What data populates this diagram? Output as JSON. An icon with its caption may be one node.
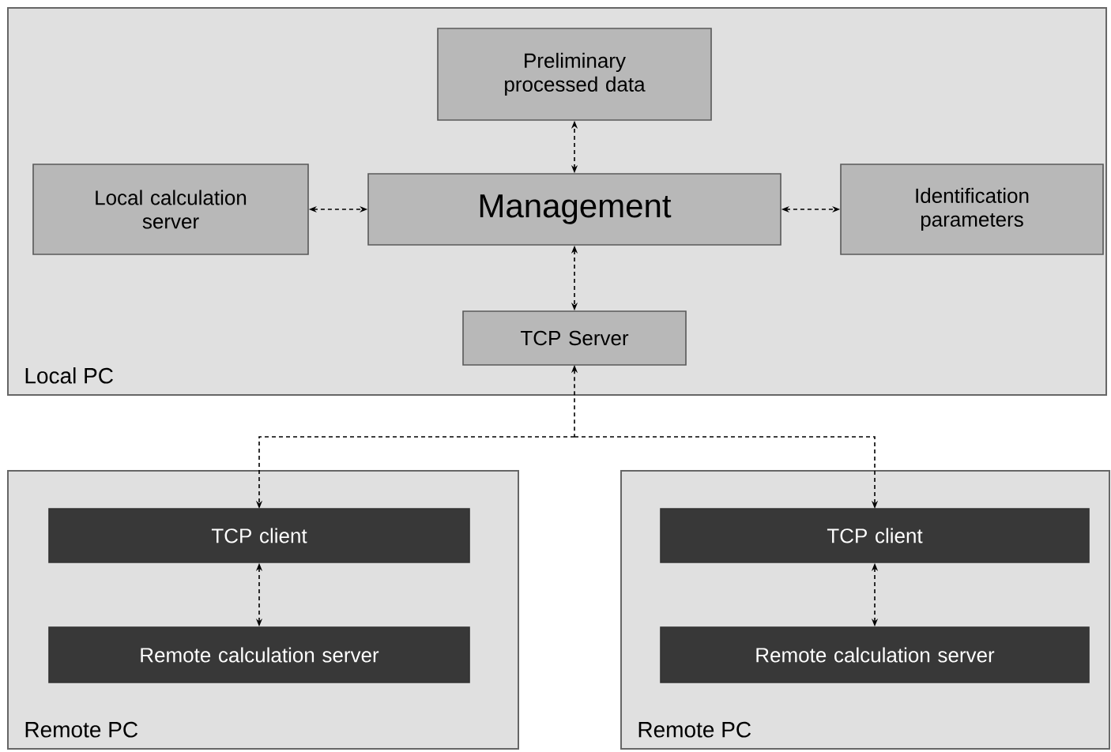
{
  "diagram": {
    "nodes": [
      {
        "text": [
          "Local PC"
        ]
      },
      {
        "text": [
          "Preliminary processed data"
        ],
        "in": 0
      },
      {
        "text": [
          "Local calculation server"
        ],
        "in": 0
      },
      {
        "text": [
          "Management"
        ],
        "in": 0
      },
      {
        "text": [
          "Identification parameters"
        ],
        "in": 0
      },
      {
        "text": [
          "TCP Server"
        ],
        "in": 0
      },
      {
        "text": [
          "Remote PC"
        ]
      },
      {
        "text": [
          "TCP client"
        ],
        "in": 6
      },
      {
        "text": [
          "Remote calculation server"
        ],
        "in": 6
      },
      {
        "text": [
          "Remote PC"
        ]
      },
      {
        "text": [
          "TCP client"
        ],
        "in": 9
      },
      {
        "text": [
          "Remote calculation server"
        ],
        "in": 9
      }
    ],
    "edges": [
      {
        "from": 3,
        "to": 1,
        "arrow": "both",
        "style": "dashed"
      },
      {
        "from": 2,
        "to": 3,
        "arrow": "both",
        "style": "dashed"
      },
      {
        "from": 3,
        "to": 4,
        "arrow": "both",
        "style": "dashed"
      },
      {
        "from": 3,
        "to": 5,
        "arrow": "both",
        "style": "dashed"
      },
      {
        "from": 5,
        "to": 7,
        "arrow": "both",
        "style": "dashed"
      },
      {
        "from": 5,
        "to": 10,
        "arrow": "both",
        "style": "dashed"
      },
      {
        "from": 7,
        "to": 8,
        "arrow": "both",
        "style": "dashed"
      },
      {
        "from": 10,
        "to": 11,
        "arrow": "both",
        "style": "dashed"
      }
    ]
  }
}
